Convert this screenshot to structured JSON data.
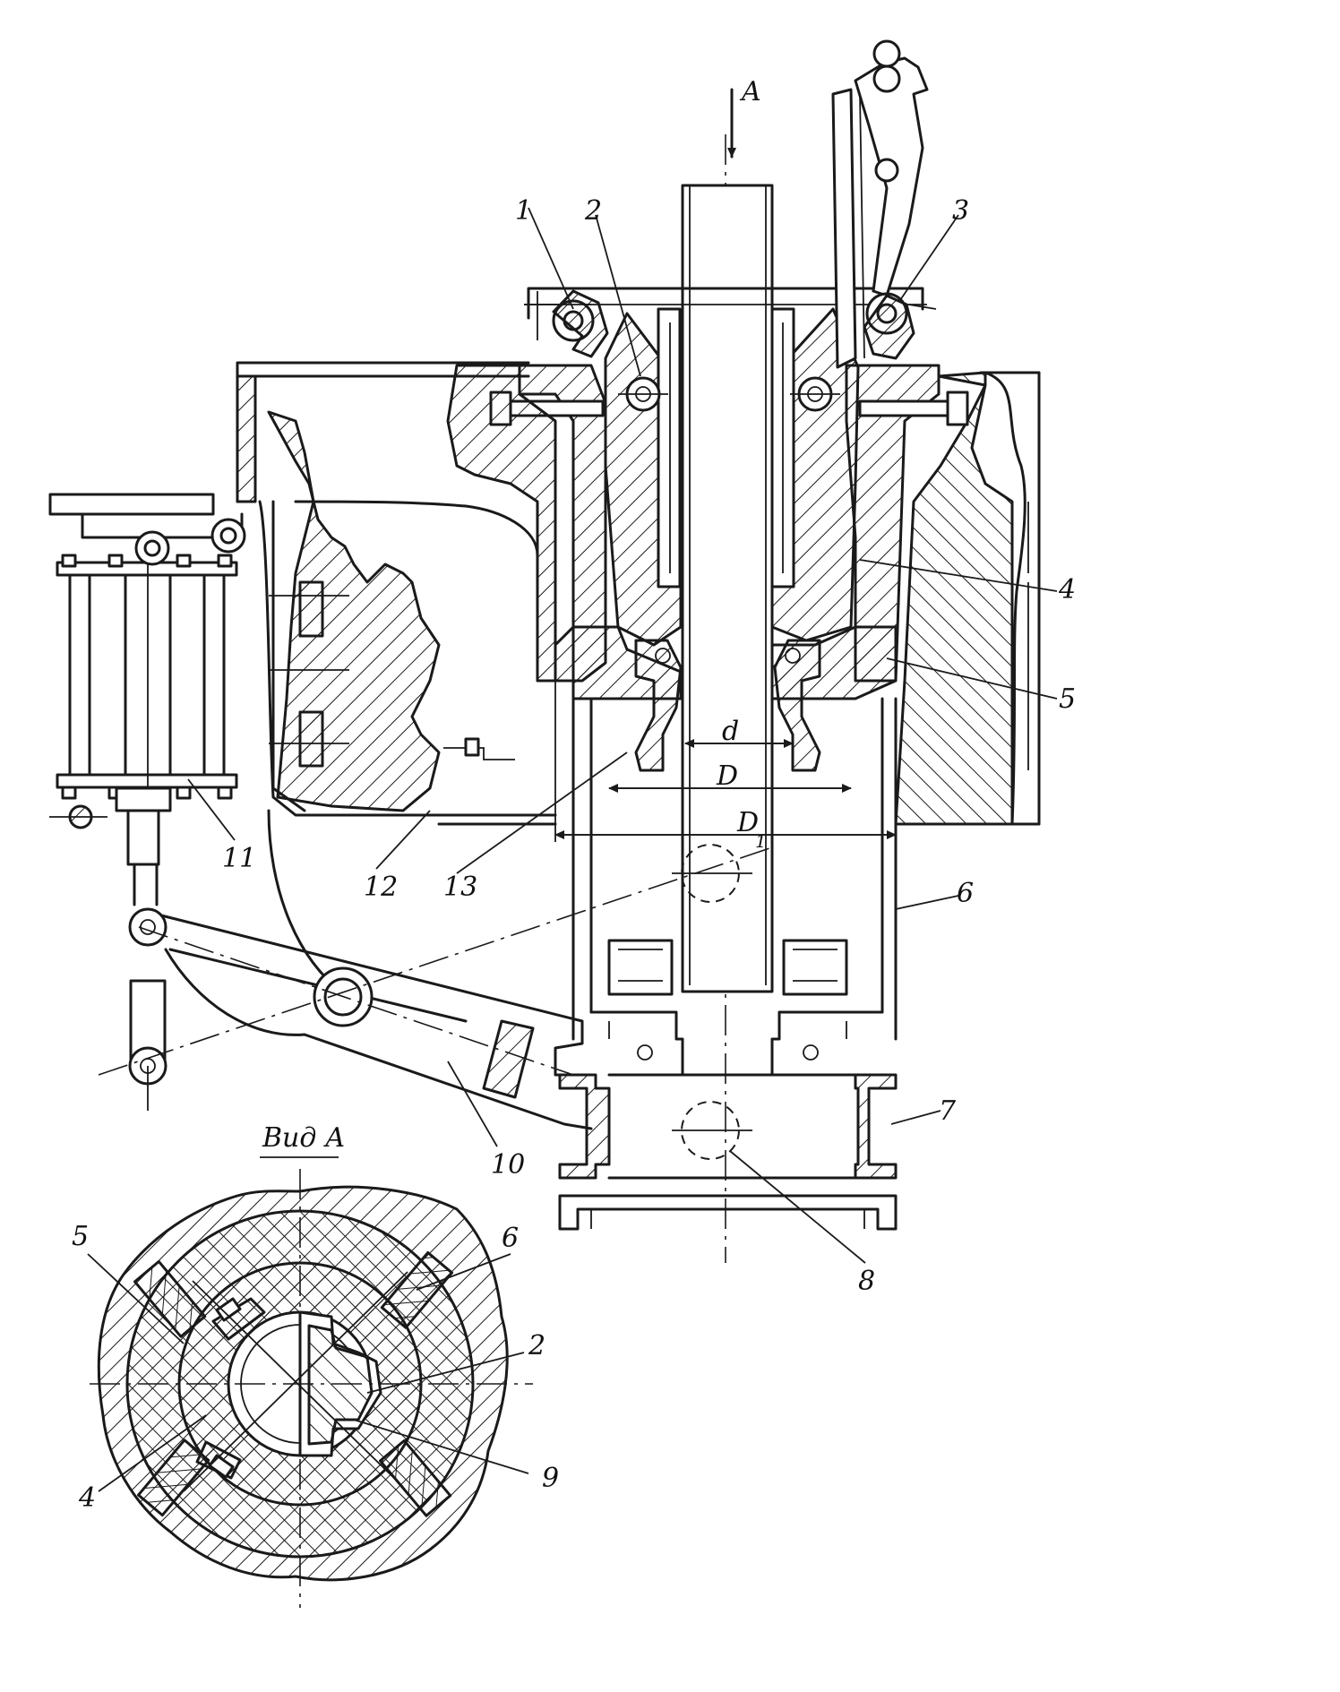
{
  "drawing": {
    "view_arrow_label": "A",
    "view_title": "Вид А",
    "dimensions": {
      "inner_d": "d",
      "bore_D": "D",
      "outer_D1": "D"
    },
    "dimension_subscript": "1",
    "callouts_main": [
      "1",
      "2",
      "3",
      "4",
      "5",
      "6",
      "7",
      "8",
      "10",
      "11",
      "12",
      "13"
    ],
    "callouts_view": [
      "5",
      "6",
      "2",
      "9",
      "4"
    ]
  },
  "colors": {
    "line": "#1a1a1a",
    "background": "#ffffff"
  }
}
